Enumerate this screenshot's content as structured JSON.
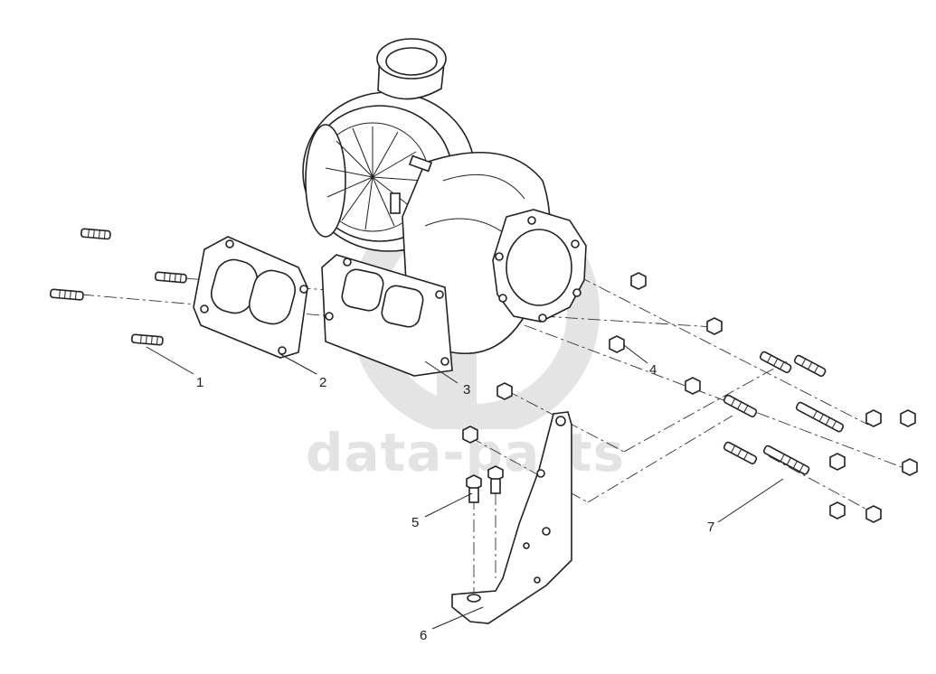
{
  "diagram": {
    "watermark": "data-parts",
    "callouts": [
      "1",
      "2",
      "3",
      "4",
      "5",
      "6",
      "7"
    ]
  }
}
